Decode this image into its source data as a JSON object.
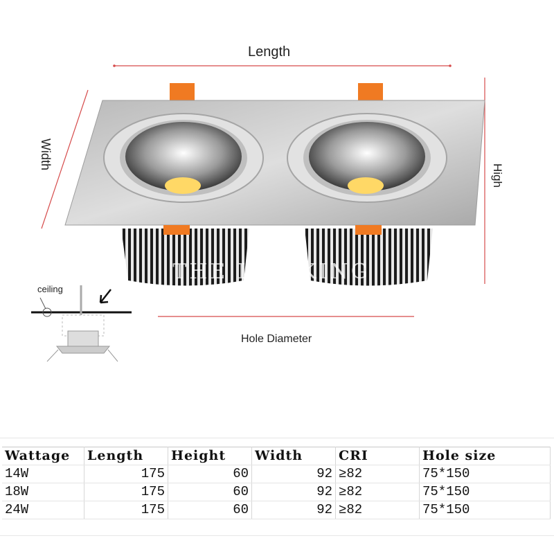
{
  "diagram": {
    "length_label": "Length",
    "width_label": "Width",
    "high_label": "High",
    "ceiling_label": "ceiling",
    "hole_label": "Hole Diameter",
    "watermark": "THE LED KING"
  },
  "table": {
    "headers": [
      "Wattage",
      "Length",
      "Height",
      "Width",
      "CRI",
      "Hole size"
    ],
    "rows": [
      [
        "14W",
        "175",
        "60",
        "92",
        "≥82",
        "75*150"
      ],
      [
        "18W",
        "175",
        "60",
        "92",
        "≥82",
        "75*150"
      ],
      [
        "24W",
        "175",
        "60",
        "92",
        "≥82",
        "75*150"
      ]
    ]
  },
  "colors": {
    "dimension_line": "#d64b4b",
    "housing": "#c9c9c9",
    "clip": "#f07a22",
    "led_chip": "#ffd866"
  }
}
